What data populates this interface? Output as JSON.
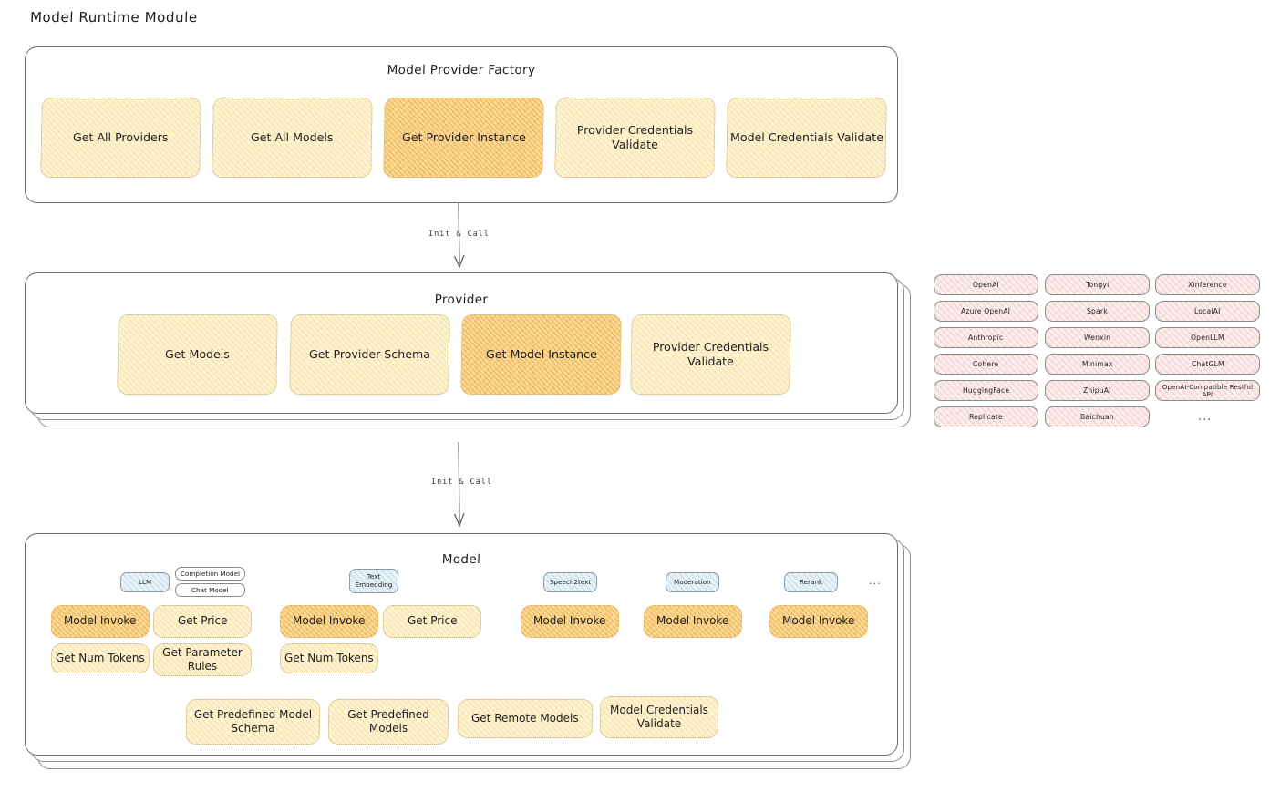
{
  "title": "Model Runtime Module",
  "factory": {
    "title": "Model Provider Factory",
    "nodes": [
      {
        "label": "Get All Providers",
        "highlight": false
      },
      {
        "label": "Get All Models",
        "highlight": false
      },
      {
        "label": "Get Provider Instance",
        "highlight": true
      },
      {
        "label": "Provider Credentials Validate",
        "highlight": false
      },
      {
        "label": "Model Credentials Validate",
        "highlight": false
      }
    ]
  },
  "connector1": {
    "label": "Init & Call"
  },
  "provider": {
    "title": "Provider",
    "nodes": [
      {
        "label": "Get Models",
        "highlight": false
      },
      {
        "label": "Get Provider Schema",
        "highlight": false
      },
      {
        "label": "Get Model Instance",
        "highlight": true
      },
      {
        "label": "Provider Credentials Validate",
        "highlight": false
      }
    ]
  },
  "connector2": {
    "label": "Init & Call"
  },
  "provider_list": {
    "columns": [
      [
        "OpenAI",
        "Azure OpenAI",
        "Anthropic",
        "Cohere",
        "HuggingFace",
        "Replicate"
      ],
      [
        "Tongyi",
        "Spark",
        "Wenxin",
        "Minimax",
        "ZhipuAI",
        "Baichuan"
      ],
      [
        "Xinference",
        "LocalAI",
        "OpenLLM",
        "ChatGLM",
        "OpenAI-Compatible Restful API"
      ]
    ],
    "more": "..."
  },
  "model": {
    "title": "Model",
    "more": "...",
    "types": [
      {
        "name": "LLM",
        "subtags": [
          "Completion Model",
          "Chat Model"
        ],
        "methods": [
          {
            "label": "Model Invoke",
            "highlight": true
          },
          {
            "label": "Get Price",
            "highlight": false
          },
          {
            "label": "Get Num Tokens",
            "highlight": false
          },
          {
            "label": "Get Parameter Rules",
            "highlight": false
          }
        ]
      },
      {
        "name": "Text Embedding",
        "subtags": [],
        "methods": [
          {
            "label": "Model Invoke",
            "highlight": true
          },
          {
            "label": "Get Price",
            "highlight": false
          },
          {
            "label": "Get Num Tokens",
            "highlight": false
          }
        ]
      },
      {
        "name": "Speech2text",
        "subtags": [],
        "methods": [
          {
            "label": "Model Invoke",
            "highlight": true
          }
        ]
      },
      {
        "name": "Moderation",
        "subtags": [],
        "methods": [
          {
            "label": "Model Invoke",
            "highlight": true
          }
        ]
      },
      {
        "name": "Rerank",
        "subtags": [],
        "methods": [
          {
            "label": "Model Invoke",
            "highlight": true
          }
        ]
      }
    ],
    "common_methods": [
      {
        "label": "Get Predefined Model Schema"
      },
      {
        "label": "Get Predefined Models"
      },
      {
        "label": "Get Remote Models"
      },
      {
        "label": "Model Credentials Validate"
      }
    ]
  },
  "colors": {
    "highlight_fill": "#fbdda2",
    "node_fill": "#fdf4da",
    "provider_chip_fill": "#fcf0ef",
    "model_type_fill": "#e6f1f8",
    "stroke": "#6b6b6b"
  }
}
